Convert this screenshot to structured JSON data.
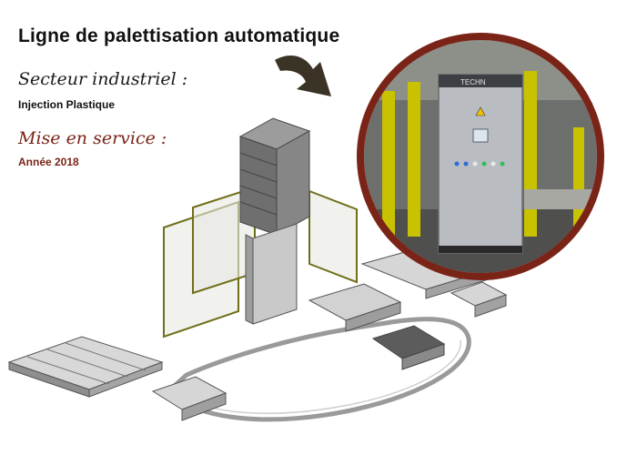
{
  "title": "Ligne de palettisation automatique",
  "sector": {
    "label": "Secteur industriel :",
    "value": "Injection Plastique"
  },
  "commissioning": {
    "label": "Mise en service :",
    "value": "Année 2018"
  },
  "photo_brand": "TECHN",
  "colors": {
    "accent": "#7a2418",
    "arrow": "#3b3426",
    "frame": "#c9c200",
    "cabinet": "#b9bdc2"
  },
  "icons": [
    "arrow-down-right-icon",
    "warning-icon"
  ]
}
